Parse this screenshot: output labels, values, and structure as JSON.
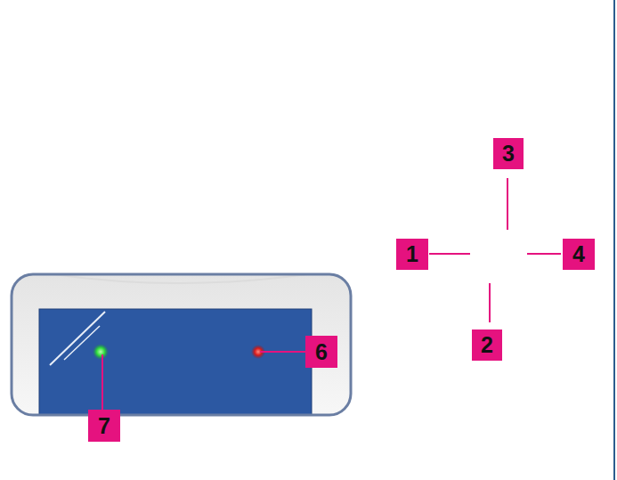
{
  "diagram": {
    "labels": [
      "3",
      "1",
      "4",
      "2",
      "6",
      "7"
    ]
  }
}
